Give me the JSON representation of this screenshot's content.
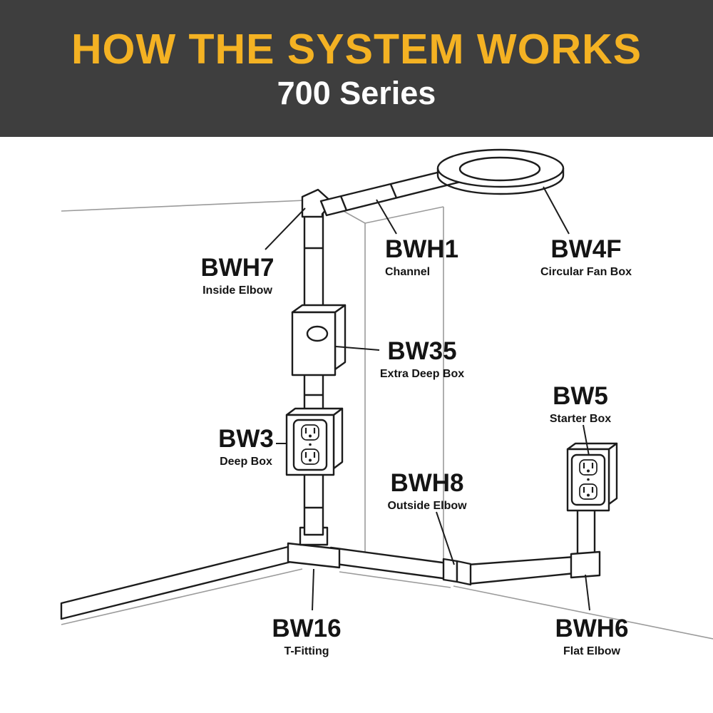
{
  "header": {
    "title": "HOW THE SYSTEM WORKS",
    "subtitle": "700 Series"
  },
  "colors": {
    "header_background": "#3E3E3E",
    "title_yellow": "#F4B223",
    "subtitle_white": "#FFFFFF",
    "drawing_ink": "#1C1C1C",
    "room_line_gray": "#9B9B9B"
  },
  "diagram": {
    "description": "Exploded wall-corner line drawing of a surface wiring raceway system with labeled parts",
    "labels": [
      {
        "code": "BWH7",
        "name": "Inside Elbow"
      },
      {
        "code": "BWH1",
        "name": "Channel"
      },
      {
        "code": "BW4F",
        "name": "Circular Fan Box"
      },
      {
        "code": "BW35",
        "name": "Extra Deep Box"
      },
      {
        "code": "BW3",
        "name": "Deep Box"
      },
      {
        "code": "BW5",
        "name": "Starter Box"
      },
      {
        "code": "BWH8",
        "name": "Outside Elbow"
      },
      {
        "code": "BW16",
        "name": "T-Fitting"
      },
      {
        "code": "BWH6",
        "name": "Flat Elbow"
      }
    ]
  }
}
